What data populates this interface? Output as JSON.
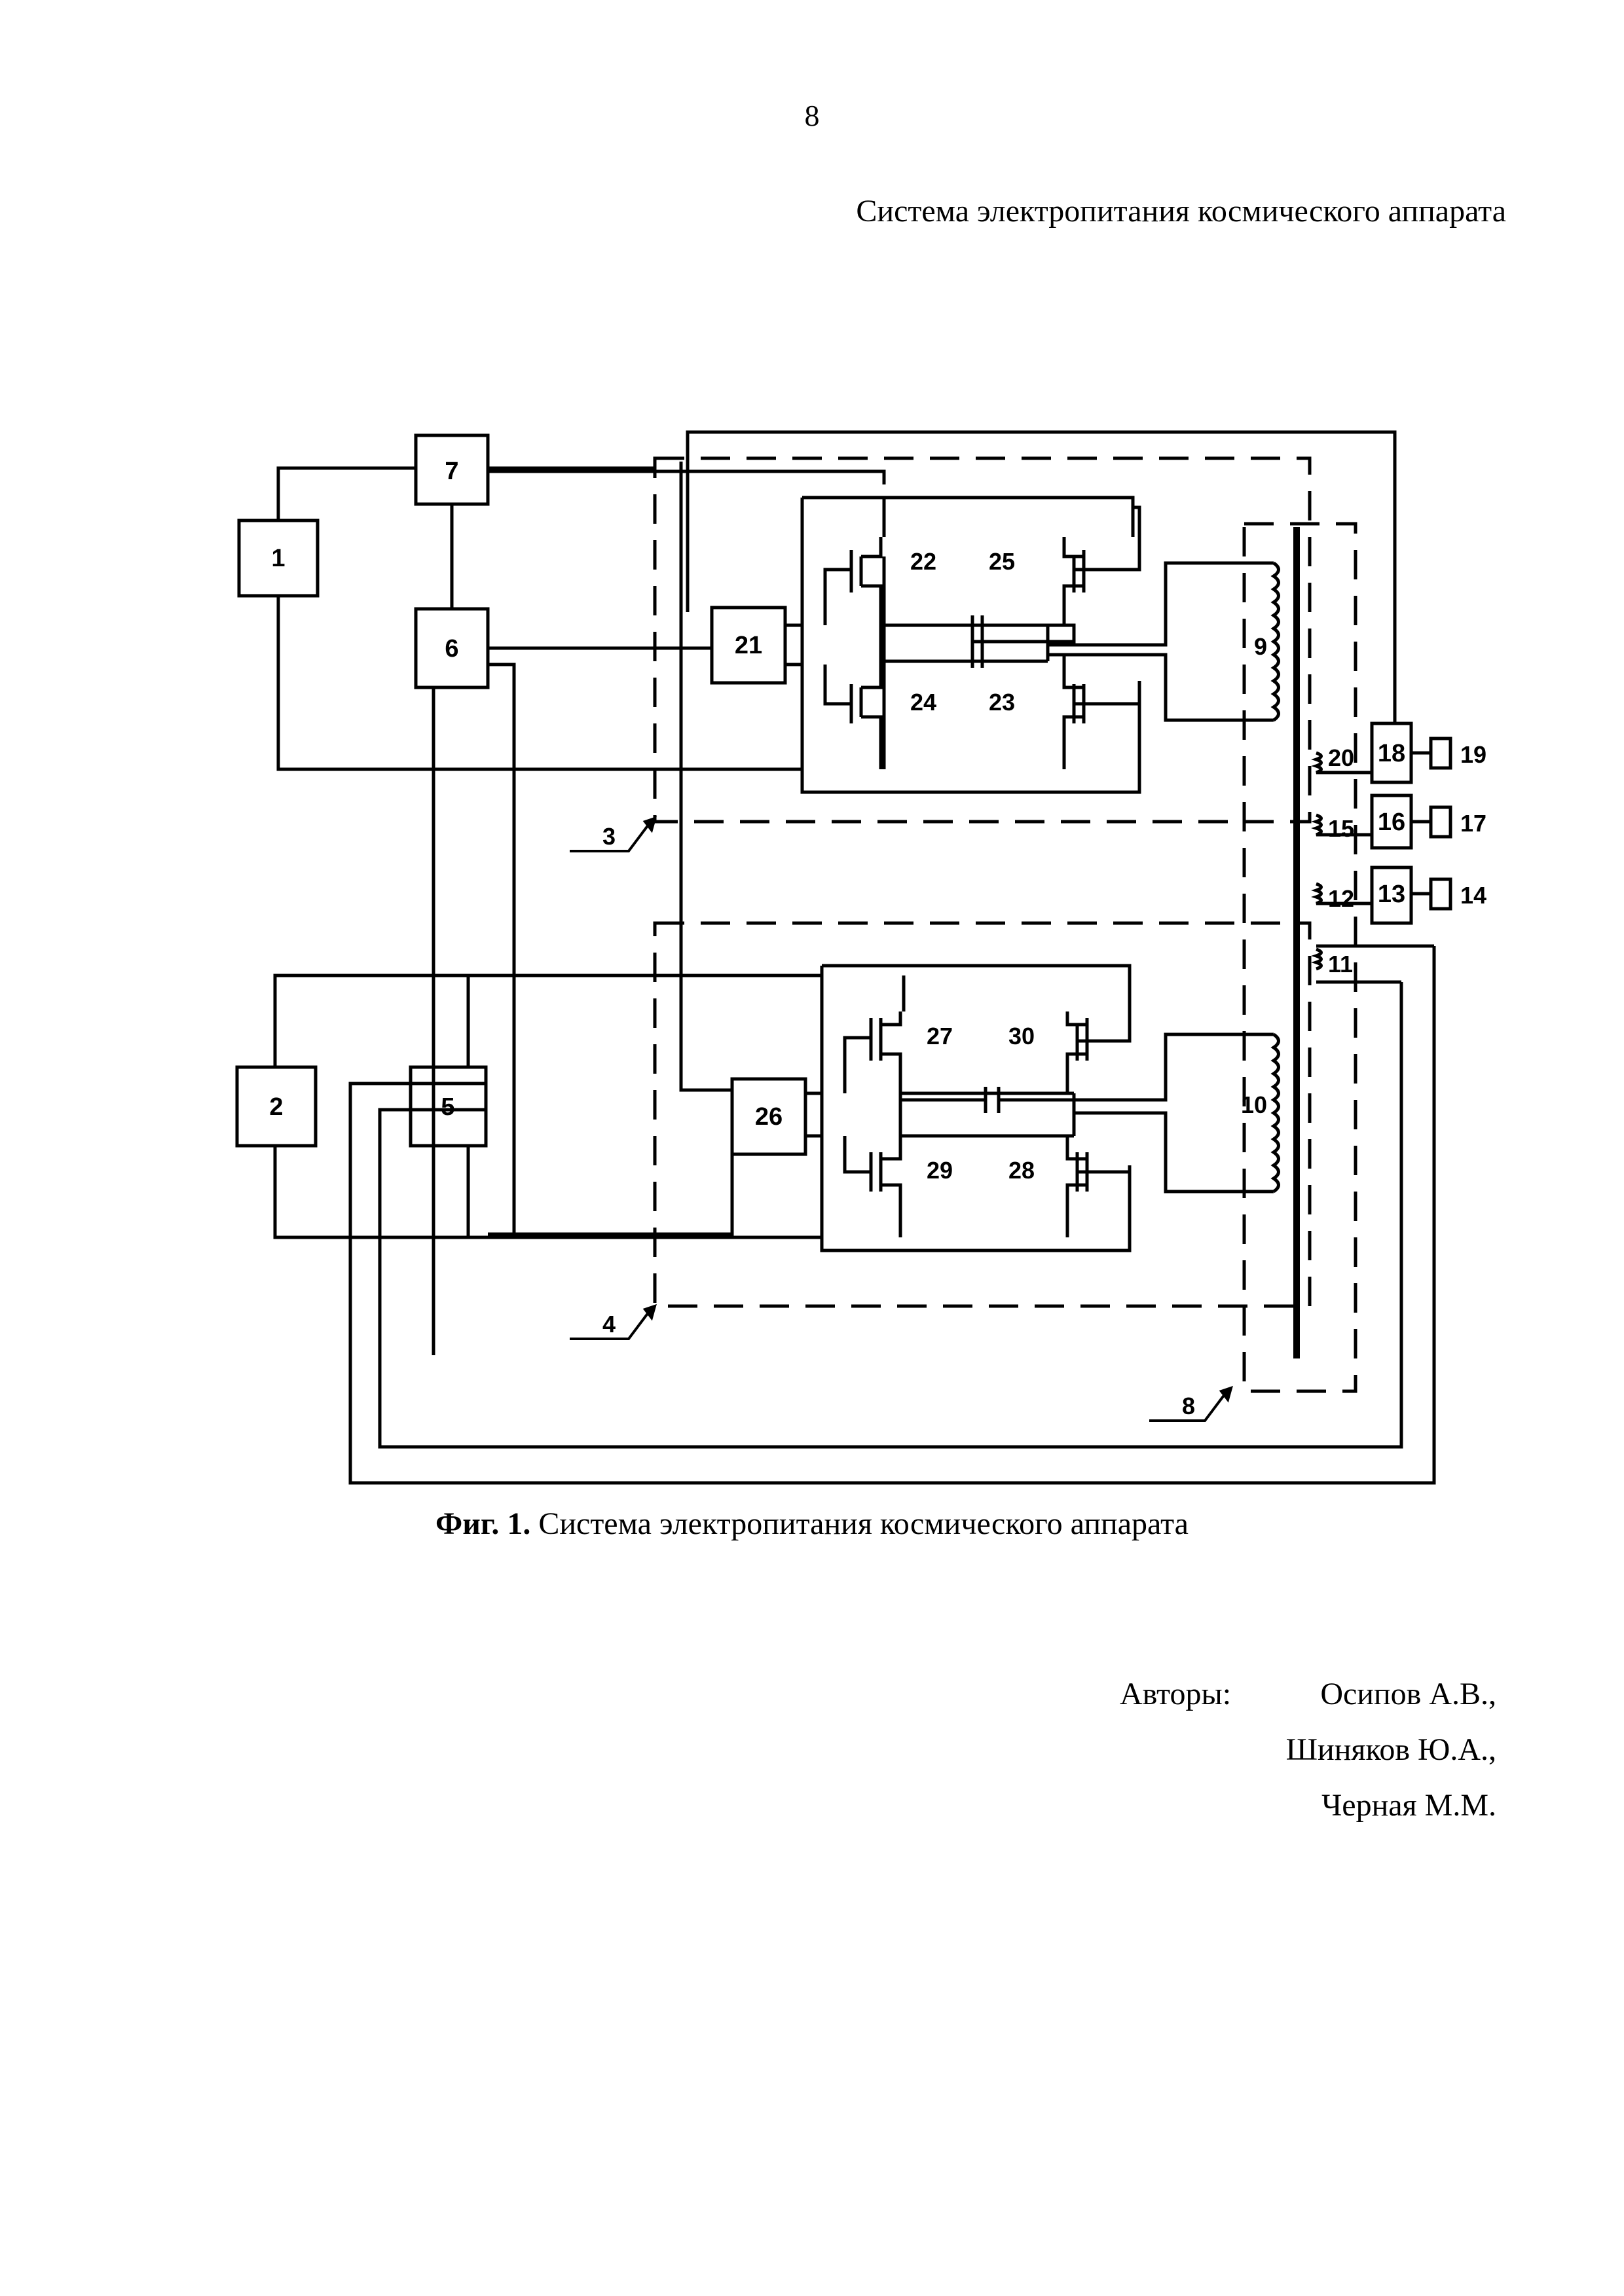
{
  "page_number": "8",
  "header_title": "Система электропитания космического аппарата",
  "figure": {
    "caption_prefix": "Фиг. 1.",
    "caption_text": "Система электропитания космического аппарата",
    "blocks": {
      "b1": "1",
      "b2": "2",
      "b5": "5",
      "b6": "6",
      "b7": "7",
      "b13": "13",
      "b16": "16",
      "b18": "18",
      "b21": "21",
      "b26": "26"
    },
    "labels": {
      "l3": "3",
      "l4": "4",
      "l8": "8",
      "l9": "9",
      "l10": "10",
      "l11": "11",
      "l12": "12",
      "l14": "14",
      "l15": "15",
      "l17": "17",
      "l19": "19",
      "l20": "20",
      "l22": "22",
      "l23": "23",
      "l24": "24",
      "l25": "25",
      "l27": "27",
      "l28": "28",
      "l29": "29",
      "l30": "30"
    }
  },
  "authors": {
    "label": "Авторы:",
    "names": [
      "Осипов А.В.,",
      "Шиняков Ю.А.,",
      "Черная М.М."
    ]
  }
}
